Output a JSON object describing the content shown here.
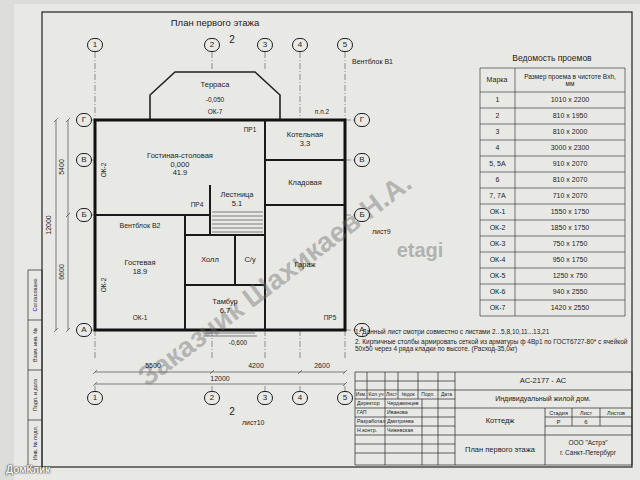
{
  "diagram": {
    "title": "План первого этажа",
    "nodes": [
      {
        "text": [
          "1"
        ]
      },
      {
        "text": [
          "2"
        ]
      },
      {
        "text": [
          "3"
        ]
      },
      {
        "text": [
          "4"
        ]
      },
      {
        "text": [
          "5"
        ]
      },
      {
        "text": [
          "Г"
        ]
      },
      {
        "text": [
          "Терраса"
        ]
      },
      {
        "text": [
          "Г"
        ]
      },
      {
        "text": [
          "В"
        ]
      },
      {
        "text": [
          "Гостиная-столовая",
          "0,000",
          "41.9"
        ]
      },
      {
        "text": [
          "В"
        ]
      },
      {
        "text": [
          "Котельная",
          "3.3"
        ]
      },
      {
        "text": [
          "Кладовая"
        ]
      },
      {
        "text": [
          "Лестница",
          "5.1"
        ]
      },
      {
        "text": [
          "Б"
        ]
      },
      {
        "text": [
          "Б"
        ]
      },
      {
        "text": [
          "Гостевая",
          "18.9"
        ]
      },
      {
        "text": [
          "Холл"
        ]
      },
      {
        "text": [
          "С/у"
        ]
      },
      {
        "text": [
          "Гараж"
        ]
      },
      {
        "text": [
          "Тамбур",
          "6.7"
        ]
      },
      {
        "text": [
          "А"
        ]
      },
      {
        "text": [
          "А"
        ]
      },
      {
        "text": [
          "1"
        ]
      },
      {
        "text": [
          "2"
        ]
      },
      {
        "text": [
          "3"
        ]
      },
      {
        "text": [
          "4"
        ]
      },
      {
        "text": [
          "5"
        ]
      }
    ],
    "labels": [
      "2",
      "Вентблок В1",
      "-0,050",
      "ОК-7",
      "п.п.2",
      "ПР1",
      "ОК-2",
      "ПР4",
      "Вентблок В2",
      "ОК-2",
      "ОК-1",
      "ПР5",
      "лист9",
      "-0,600",
      "5500",
      "4200",
      "2600",
      "12000",
      "12000",
      "5400",
      "6600",
      "2",
      "лист10",
      "Ведомость проемов",
      "Марка",
      "Размер проема в чистоте Вxh, мм",
      "1",
      "1010 x 2200",
      "2",
      "810 x 1950",
      "3",
      "810 x 2000",
      "4",
      "3000 x 2300",
      "5, 5А",
      "910 x 2070",
      "6",
      "810 x 2070",
      "7, 7А",
      "710 x 2070",
      "ОК-1",
      "1550 x 1750",
      "ОК-2",
      "1850 x 1750",
      "ОК-3",
      "750 x 1750",
      "ОК-4",
      "950 x 1750",
      "ОК-5",
      "1250 x 750",
      "ОК-6",
      "940 x 2550",
      "ОК-7",
      "1420 x 2550",
      "1. Данный лист смотри совместно с листами 2...5,8,10,11...13,21",
      "2. Кирпичные столбы армировать сеткой из арматуры ф 4Вр1 по ГОСТ6727-80* с ячейкой 50х50 через 4 ряда кладки по высоте. (Расход-35,0кг)",
      "Изм.",
      "Кол.уч",
      "Лист",
      "№док",
      "Подп.",
      "Дата",
      "Директор",
      "Чердакинцев",
      "ГАП",
      "Иванова",
      "Разработал",
      "Дмитриева",
      "Н.контр.",
      "Чижевская",
      "АС-2177 - АС",
      "Индивидуальный жилой дом.",
      "Коттедж",
      "План первого этажа",
      "Стадия",
      "Лист",
      "Листов",
      "Р",
      "6",
      "ООО \"Астрэ\"",
      "г. Санкт-Петербург",
      "Согласовано",
      "Взам. инв. №",
      "Подп. и дата",
      "Инв. № подл.",
      "Заказчик Шахикаев Н.А.",
      "etagi",
      "ДомКлик"
    ]
  }
}
